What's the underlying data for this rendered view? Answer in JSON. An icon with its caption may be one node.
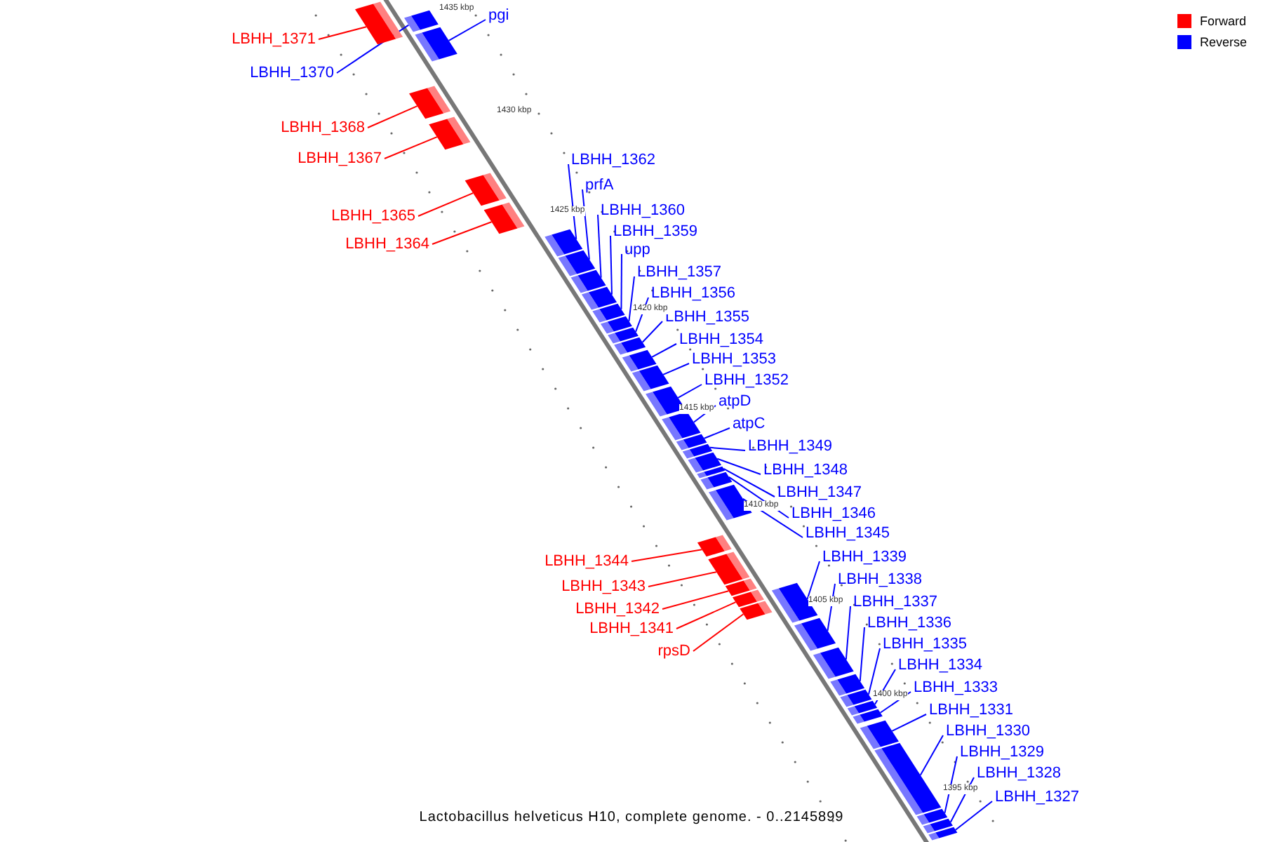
{
  "diagram": {
    "caption": "Lactobacillus helveticus H10, complete genome. - 0..2145899",
    "nodes": [
      {
        "text": [
          "pgi"
        ]
      },
      {
        "text": [
          "LBHH_1371"
        ]
      },
      {
        "text": [
          "LBHH_1370"
        ]
      },
      {
        "text": [
          "LBHH_1368"
        ]
      },
      {
        "text": [
          "LBHH_1367"
        ]
      },
      {
        "text": [
          "LBHH_1362"
        ]
      },
      {
        "text": [
          "prfA"
        ]
      },
      {
        "text": [
          "LBHH_1360"
        ]
      },
      {
        "text": [
          "LBHH_1365"
        ]
      },
      {
        "text": [
          "LBHH_1359"
        ]
      },
      {
        "text": [
          "LBHH_1364"
        ]
      },
      {
        "text": [
          "upp"
        ]
      },
      {
        "text": [
          "LBHH_1357"
        ]
      },
      {
        "text": [
          "LBHH_1356"
        ]
      },
      {
        "text": [
          "LBHH_1355"
        ]
      },
      {
        "text": [
          "LBHH_1354"
        ]
      },
      {
        "text": [
          "LBHH_1353"
        ]
      },
      {
        "text": [
          "LBHH_1352"
        ]
      },
      {
        "text": [
          "atpD"
        ]
      },
      {
        "text": [
          "atpC"
        ]
      },
      {
        "text": [
          "LBHH_1349"
        ]
      },
      {
        "text": [
          "LBHH_1348"
        ]
      },
      {
        "text": [
          "LBHH_1347"
        ]
      },
      {
        "text": [
          "LBHH_1346"
        ]
      },
      {
        "text": [
          "LBHH_1345"
        ]
      },
      {
        "text": [
          "LBHH_1339"
        ]
      },
      {
        "text": [
          "LBHH_1344"
        ]
      },
      {
        "text": [
          "LBHH_1338"
        ]
      },
      {
        "text": [
          "LBHH_1343"
        ]
      },
      {
        "text": [
          "LBHH_1337"
        ]
      },
      {
        "text": [
          "LBHH_1342"
        ]
      },
      {
        "text": [
          "LBHH_1336"
        ]
      },
      {
        "text": [
          "LBHH_1341"
        ]
      },
      {
        "text": [
          "LBHH_1335"
        ]
      },
      {
        "text": [
          "rpsD"
        ]
      },
      {
        "text": [
          "LBHH_1334"
        ]
      },
      {
        "text": [
          "LBHH_1333"
        ]
      },
      {
        "text": [
          "LBHH_1331"
        ]
      },
      {
        "text": [
          "LBHH_1330"
        ]
      },
      {
        "text": [
          "LBHH_1329"
        ]
      },
      {
        "text": [
          "LBHH_1328"
        ]
      },
      {
        "text": [
          "LBHH_1327"
        ]
      },
      {
        "text": [],
        "shape": "box"
      },
      {
        "text": [],
        "shape": "box"
      },
      {
        "text": [],
        "shape": "box"
      },
      {
        "text": [],
        "shape": "box"
      },
      {
        "text": [],
        "shape": "box"
      },
      {
        "text": [],
        "shape": "box"
      },
      {
        "text": [],
        "shape": "box"
      },
      {
        "text": [],
        "shape": "box"
      },
      {
        "text": [],
        "shape": "box"
      },
      {
        "text": [],
        "shape": "box"
      },
      {
        "text": [],
        "shape": "box"
      },
      {
        "text": [],
        "shape": "box"
      },
      {
        "text": [],
        "shape": "box"
      },
      {
        "text": [],
        "shape": "box"
      },
      {
        "text": [],
        "shape": "box"
      },
      {
        "text": [],
        "shape": "box"
      },
      {
        "text": [],
        "shape": "box"
      },
      {
        "text": [],
        "shape": "box"
      },
      {
        "text": [],
        "shape": "box"
      },
      {
        "text": [],
        "shape": "box"
      },
      {
        "text": [],
        "shape": "box"
      },
      {
        "text": [],
        "shape": "box"
      },
      {
        "text": [],
        "shape": "box"
      },
      {
        "text": [],
        "shape": "box"
      },
      {
        "text": [],
        "shape": "box"
      },
      {
        "text": [],
        "shape": "box"
      },
      {
        "text": [],
        "shape": "box"
      },
      {
        "text": [],
        "shape": "box"
      },
      {
        "text": [],
        "shape": "box"
      },
      {
        "text": [],
        "shape": "box"
      },
      {
        "text": [],
        "shape": "box"
      },
      {
        "text": [],
        "shape": "box"
      },
      {
        "text": [],
        "shape": "box"
      },
      {
        "text": [],
        "shape": "box"
      },
      {
        "text": [],
        "shape": "box"
      },
      {
        "text": [],
        "shape": "box"
      },
      {
        "text": [],
        "shape": "box"
      },
      {
        "text": [],
        "shape": "box"
      },
      {
        "text": [],
        "shape": "box"
      },
      {
        "text": [],
        "shape": "box"
      },
      {
        "text": [],
        "shape": "box"
      },
      {
        "text": [],
        "shape": "box"
      }
    ],
    "edges": [
      {
        "from": 0,
        "to": 44,
        "arrow": "none"
      },
      {
        "from": 1,
        "to": 42,
        "arrow": "none",
        "color": "#ff0000"
      },
      {
        "from": 2,
        "to": 43,
        "arrow": "none"
      },
      {
        "from": 3,
        "to": 45,
        "arrow": "none",
        "color": "#ff0000"
      },
      {
        "from": 4,
        "to": 46,
        "arrow": "none",
        "color": "#ff0000"
      },
      {
        "from": 5,
        "to": 49,
        "arrow": "none"
      },
      {
        "from": 6,
        "to": 50,
        "arrow": "none"
      },
      {
        "from": 7,
        "to": 51,
        "arrow": "none"
      },
      {
        "from": 8,
        "to": 47,
        "arrow": "none",
        "color": "#ff0000"
      },
      {
        "from": 9,
        "to": 52,
        "arrow": "none"
      },
      {
        "from": 10,
        "to": 48,
        "arrow": "none",
        "color": "#ff0000"
      },
      {
        "from": 11,
        "to": 53,
        "arrow": "none"
      },
      {
        "from": 12,
        "to": 54,
        "arrow": "none"
      },
      {
        "from": 13,
        "to": 55,
        "arrow": "none"
      },
      {
        "from": 14,
        "to": 56,
        "arrow": "none"
      },
      {
        "from": 15,
        "to": 57,
        "arrow": "none"
      },
      {
        "from": 16,
        "to": 58,
        "arrow": "none"
      },
      {
        "from": 17,
        "to": 59,
        "arrow": "none"
      },
      {
        "from": 18,
        "to": 60,
        "arrow": "none"
      },
      {
        "from": 19,
        "to": 61,
        "arrow": "none"
      },
      {
        "from": 20,
        "to": 62,
        "arrow": "none"
      },
      {
        "from": 21,
        "to": 63,
        "arrow": "none"
      },
      {
        "from": 22,
        "to": 64,
        "arrow": "none"
      },
      {
        "from": 23,
        "to": 65,
        "arrow": "none"
      },
      {
        "from": 24,
        "to": 66,
        "arrow": "none"
      },
      {
        "from": 25,
        "to": 72,
        "arrow": "none"
      },
      {
        "from": 26,
        "to": 67,
        "arrow": "none",
        "color": "#ff0000"
      },
      {
        "from": 27,
        "to": 73,
        "arrow": "none"
      },
      {
        "from": 28,
        "to": 68,
        "arrow": "none",
        "color": "#ff0000"
      },
      {
        "from": 29,
        "to": 74,
        "arrow": "none"
      },
      {
        "from": 30,
        "to": 69,
        "arrow": "none",
        "color": "#ff0000"
      },
      {
        "from": 31,
        "to": 75,
        "arrow": "none"
      },
      {
        "from": 32,
        "to": 70,
        "arrow": "none",
        "color": "#ff0000"
      },
      {
        "from": 33,
        "to": 76,
        "arrow": "none"
      },
      {
        "from": 34,
        "to": 71,
        "arrow": "none",
        "color": "#ff0000"
      },
      {
        "from": 35,
        "to": 77,
        "arrow": "none"
      },
      {
        "from": 36,
        "to": 78,
        "arrow": "none"
      },
      {
        "from": 37,
        "to": 79,
        "arrow": "none"
      },
      {
        "from": 38,
        "to": 80,
        "arrow": "none"
      },
      {
        "from": 39,
        "to": 81,
        "arrow": "none"
      },
      {
        "from": 40,
        "to": 82,
        "arrow": "none"
      },
      {
        "from": 41,
        "to": 83,
        "arrow": "none"
      }
    ],
    "labels": [
      "1435 kbp",
      "1430 kbp",
      "1425 kbp",
      "1420 kbp",
      "1415 kbp",
      "1410 kbp",
      "1405 kbp",
      "1400 kbp",
      "1395 kbp"
    ],
    "legend": [
      {
        "text": "Forward",
        "color": "#ff0000"
      },
      {
        "text": "Reverse",
        "color": "#0000ff"
      }
    ]
  }
}
